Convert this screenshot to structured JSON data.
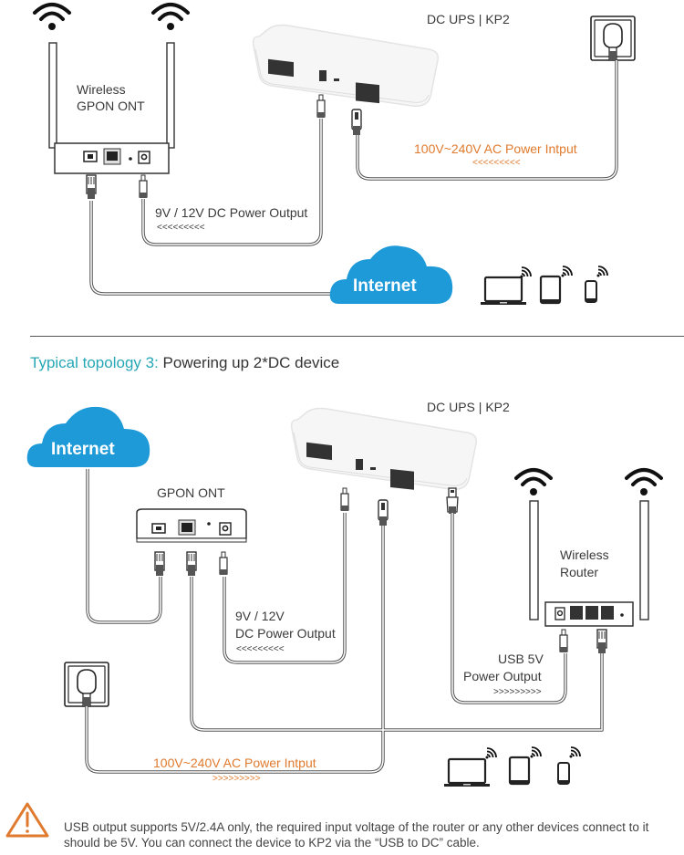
{
  "colors": {
    "accent": "#26a7b5",
    "cloud": "#1f9ad8",
    "orange": "#e07a2e",
    "line": "#555555"
  },
  "top_diagram": {
    "device_label_line1": "Wireless",
    "device_label_line2": "GPON ONT",
    "ups_label": "DC UPS | KP2",
    "ac_input_label": "100V~240V AC Power Intput",
    "ac_input_arrows": "<<<<<<<<<",
    "dc_output_label": "9V / 12V DC Power Output",
    "dc_output_arrows": "<<<<<<<<<",
    "cloud_label": "Internet",
    "client_devices": [
      "laptop",
      "tablet",
      "phone"
    ]
  },
  "section_heading": {
    "accent": "Typical topology 3:",
    "rest": " Powering up 2*DC device"
  },
  "bottom_diagram": {
    "cloud_label": "Internet",
    "ont_label": "GPON ONT",
    "ups_label": "DC UPS | KP2",
    "router_label_line1": "Wireless",
    "router_label_line2": "Router",
    "dc_output_line1": "9V / 12V",
    "dc_output_line2": "DC Power Output",
    "dc_output_arrows": "<<<<<<<<<",
    "usb_output_line1": "USB 5V",
    "usb_output_line2": "Power Output",
    "usb_output_arrows": ">>>>>>>>>",
    "ac_input_label": "100V~240V AC Power Intput",
    "ac_input_arrows": ">>>>>>>>>",
    "client_devices": [
      "laptop",
      "tablet",
      "phone"
    ]
  },
  "note": {
    "icon": "warning-icon",
    "text": "USB output supports 5V/2.4A only, the required input voltage of the router or any other devices connect to it should be 5V. You can connect the device to KP2 via the “USB to DC” cable."
  }
}
